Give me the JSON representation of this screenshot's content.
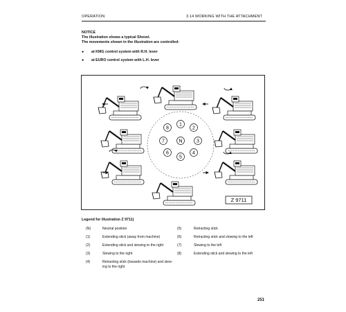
{
  "header": {
    "left": "OPERATION",
    "right": "3.14 WORKING WITH THE ATTACHMENT"
  },
  "notice": {
    "title": "NOTICE",
    "line1": "The illustration shows a typical Shovel.",
    "line2": "The movements shown in the illustration are controlled:"
  },
  "bullets": [
    {
      "symbol": "●",
      "text": "at KMG control system with R.H. lever"
    },
    {
      "symbol": "●",
      "text": "at EURO control system with L.H. lever"
    }
  ],
  "figure": {
    "label": "Z 9711",
    "center_label": "N",
    "positions": [
      "1",
      "2",
      "3",
      "4",
      "5",
      "6",
      "7",
      "8"
    ]
  },
  "legend": {
    "title": "Legend for illustration Z 9711)",
    "items": [
      {
        "num": "(N)",
        "text": "Neutral position"
      },
      {
        "num": "(1)",
        "text": "Extending stick (away from machine)"
      },
      {
        "num": "(2)",
        "text": "Extending stick and slewing to the right"
      },
      {
        "num": "(3)",
        "text": "Slewing to the right"
      },
      {
        "num": "(4)",
        "text": "Retracting stick (towards machine) and slew-"
      },
      {
        "num": "",
        "text": "ing to the right"
      },
      {
        "num": "(5)",
        "text": "Retracting stick"
      },
      {
        "num": "(6)",
        "text": "Retracting stick and slowing to the left"
      },
      {
        "num": "(7)",
        "text": "Slewing to the left"
      },
      {
        "num": "(8)",
        "text": "Extending stick and slewing to the left"
      }
    ]
  },
  "page_number": "251"
}
